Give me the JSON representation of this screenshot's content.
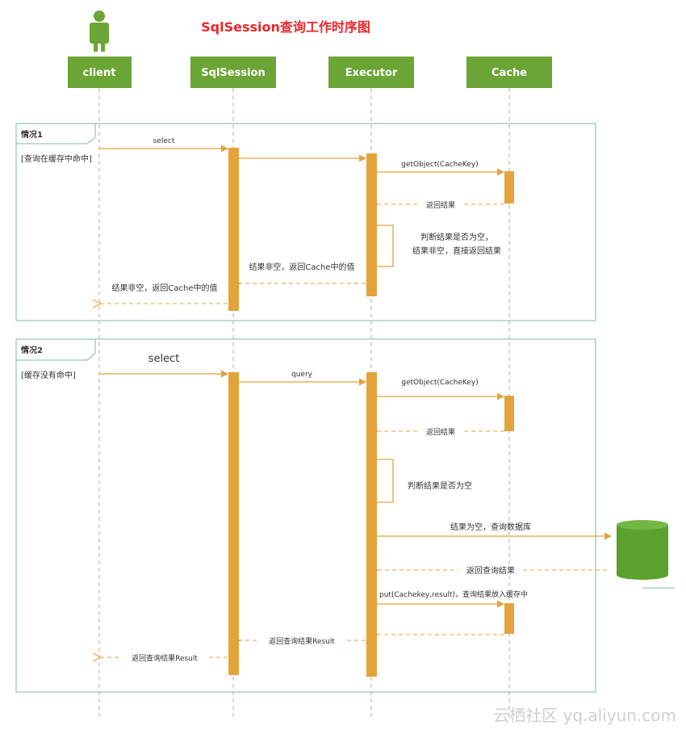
{
  "title": "SqlSession查询工作时序图",
  "lifelines": [
    {
      "id": "client",
      "label": "client"
    },
    {
      "id": "sqlsession",
      "label": "SqlSession"
    },
    {
      "id": "executor",
      "label": "Executor"
    },
    {
      "id": "cache",
      "label": "Cache"
    }
  ],
  "frames": [
    {
      "tag": "情况1",
      "condition": "[查询在缓存中命中]",
      "messages": [
        {
          "label": "select"
        },
        {
          "label": ""
        },
        {
          "label": "getObject(CacheKey)"
        },
        {
          "label": "返回结果"
        },
        {
          "label": "判断结果是否为空，",
          "label2": "结果非空，直接返回结果"
        },
        {
          "label": "结果非空，返回Cache中的值"
        },
        {
          "label": "结果非空，返回Cache中的值"
        }
      ]
    },
    {
      "tag": "情况2",
      "condition": "[缓存没有命中]",
      "messages": [
        {
          "label": "select"
        },
        {
          "label": "query"
        },
        {
          "label": "getObject(CacheKey)"
        },
        {
          "label": "返回结果"
        },
        {
          "label": "判断结果是否为空"
        },
        {
          "label": "结果为空，查询数据库"
        },
        {
          "label": "返回查询结果"
        },
        {
          "label": "put(Cachekey,result)，查询结果放入缓存中"
        },
        {
          "label": ""
        },
        {
          "label": "返回查询结果Result"
        },
        {
          "label": "返回查询结果Result"
        }
      ]
    }
  ],
  "watermark": "云栖社区 yq.aliyun.com",
  "colors": {
    "title": "#e8262b",
    "header_fill": "#6aa535",
    "activation": "#e3a33a",
    "message": "#e3a33a",
    "frame_border": "#7fb8a6",
    "lifeline": "#b9b08a",
    "database": "#5aa12e",
    "text": "#333333",
    "watermark": "#cfcfcf"
  }
}
